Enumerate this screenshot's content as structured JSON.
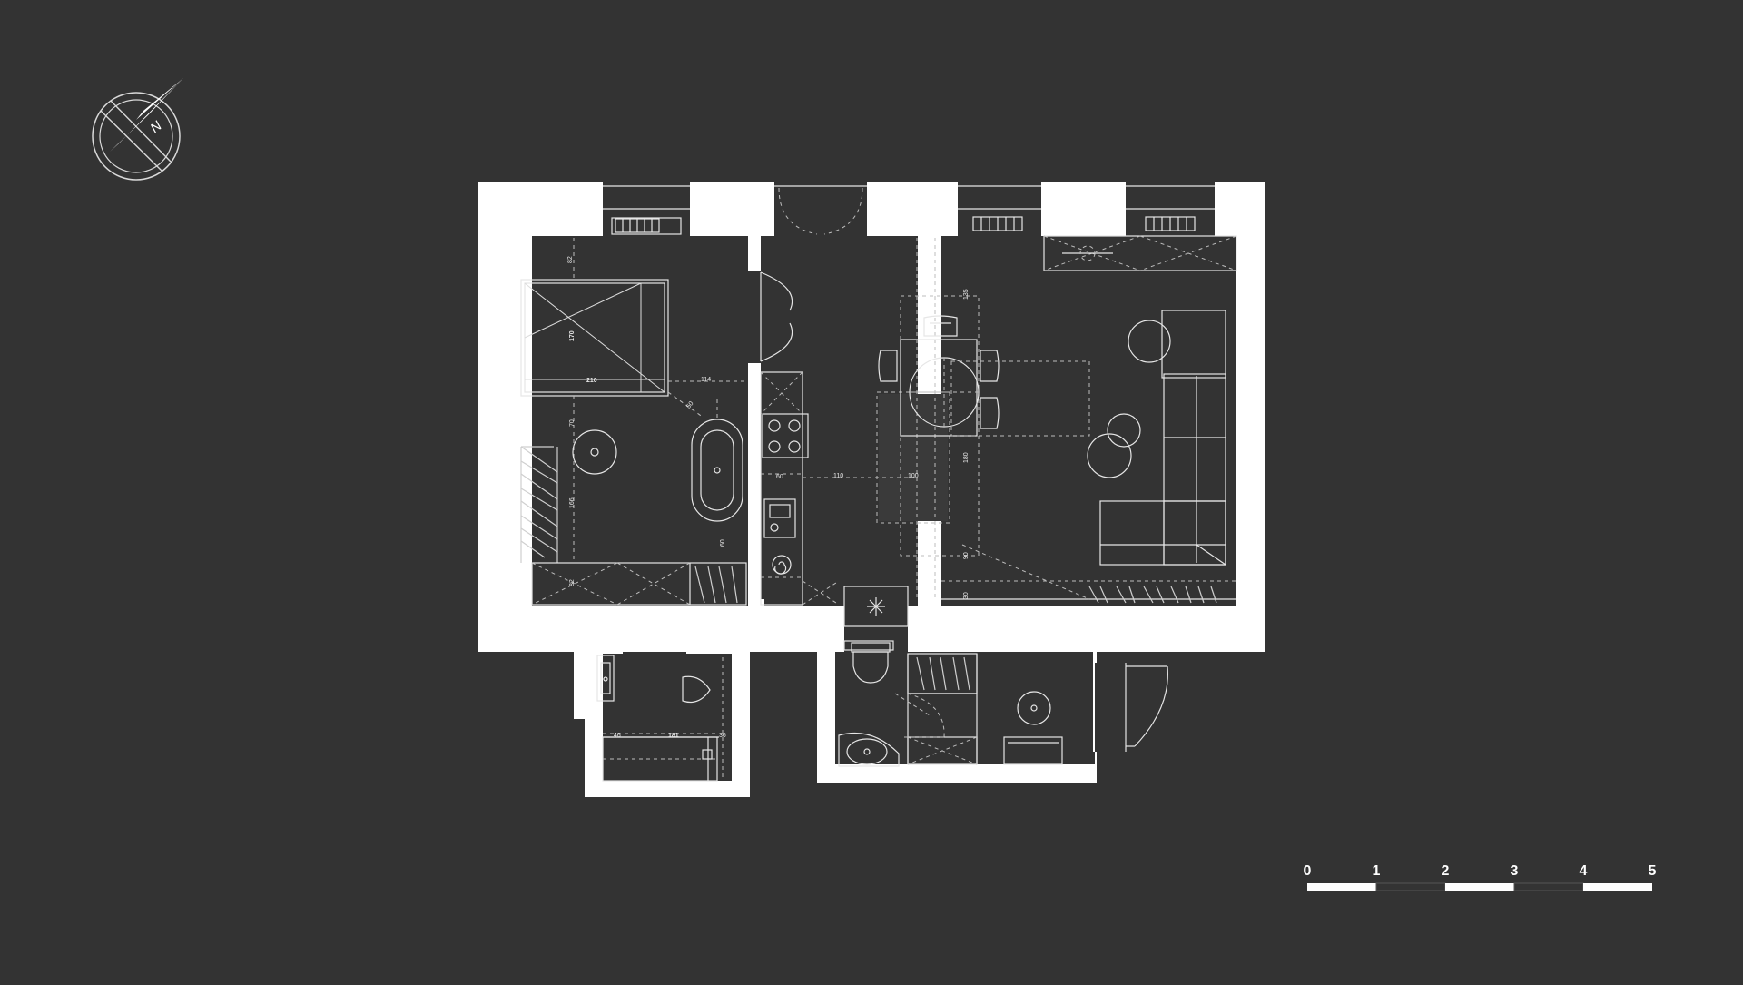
{
  "compass": {
    "north_label": "N"
  },
  "scale_bar": {
    "ticks": [
      "0",
      "1",
      "2",
      "3",
      "4",
      "5"
    ]
  },
  "dimensions": {
    "bed_top": "82",
    "bed_width": "210",
    "bed_length": "170",
    "bed_to_wall": "114",
    "diag": "50",
    "left_70": "70",
    "left_166": "166",
    "bath_60": "60",
    "bottom_82": "82",
    "kitchen_60": "60",
    "kitchen_110": "110",
    "kitchen_100": "100",
    "dining_135": "135",
    "dining_180": "180",
    "living_90": "90",
    "living_30": "30",
    "wc_46": "46",
    "wc_181": "181",
    "wc_36": "36"
  }
}
